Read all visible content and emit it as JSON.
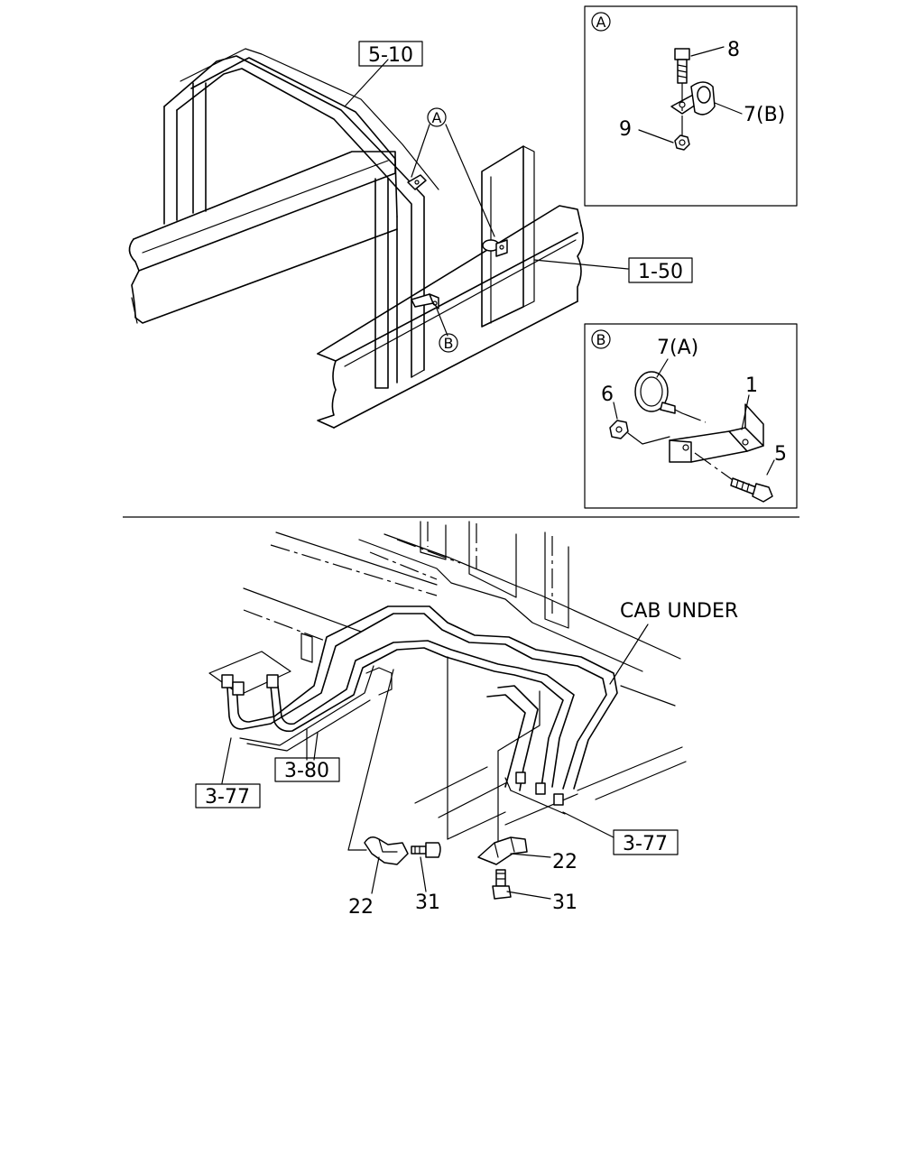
{
  "diagram": {
    "ref_boxes": {
      "frame_top": "5-10",
      "frame_side": "1-50",
      "pipe_left": "3-80",
      "pipe_left_lower": "3-77",
      "pipe_right": "3-77"
    },
    "callouts": {
      "a": "A",
      "b": "B"
    },
    "detail_a": {
      "marker": "A",
      "parts": [
        "8",
        "9",
        "7(B)"
      ]
    },
    "detail_b": {
      "marker": "B",
      "parts": [
        "7(A)",
        "6",
        "1",
        "5"
      ]
    },
    "lower": {
      "cab_under": "CAB UNDER",
      "parts_left": [
        "22",
        "31"
      ],
      "parts_right": [
        "22",
        "31"
      ]
    }
  }
}
